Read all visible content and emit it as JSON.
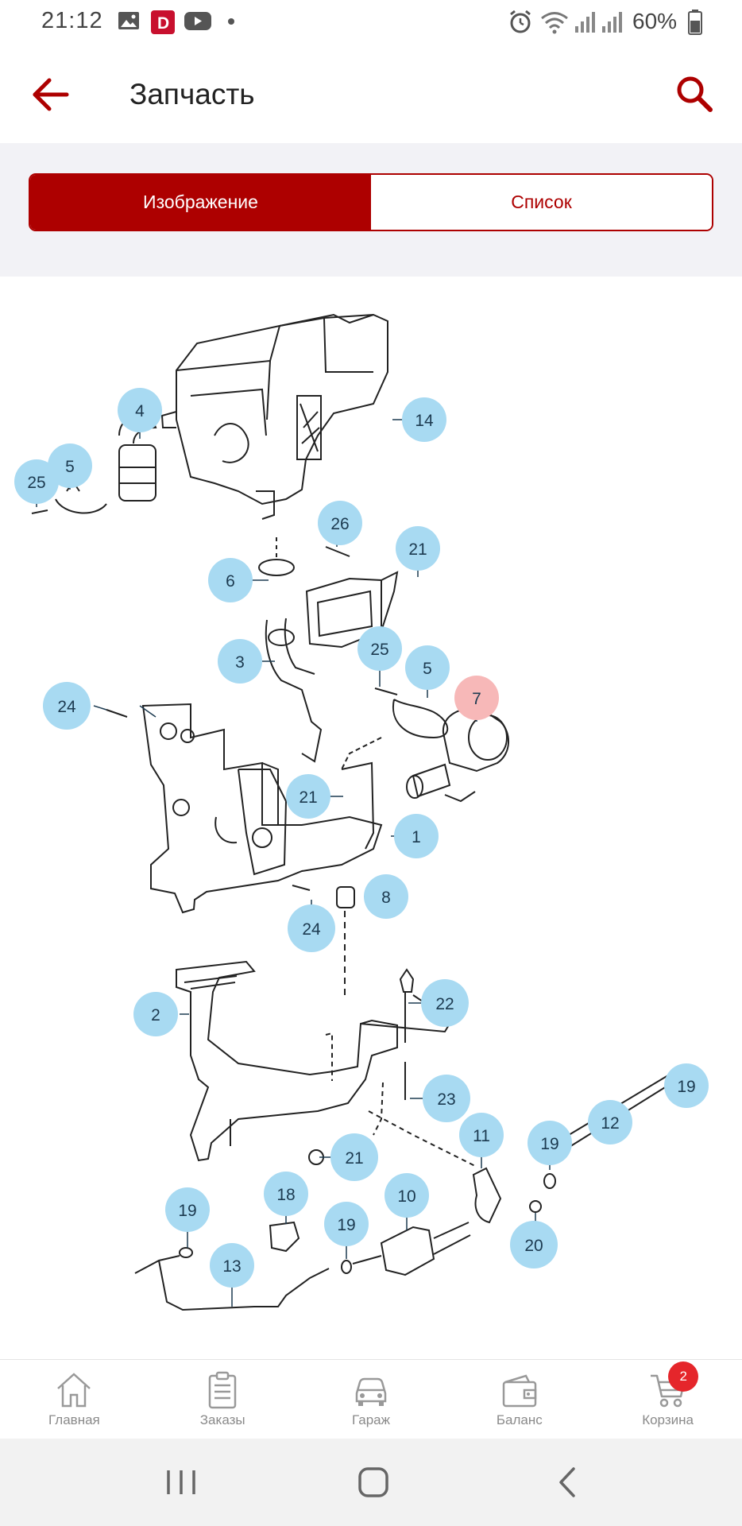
{
  "status_bar": {
    "time": "21:12",
    "battery_percent": "60%",
    "icons": [
      "gallery-icon",
      "d-app-icon",
      "youtube-icon",
      "dot-icon",
      "alarm-icon",
      "wifi-icon",
      "signal-icon",
      "signal-icon",
      "battery-icon"
    ]
  },
  "app_bar": {
    "title": "Запчасть",
    "back_icon": "arrow-left-icon",
    "search_icon": "search-icon"
  },
  "tabs": {
    "image_label": "Изображение",
    "list_label": "Список",
    "selected": "Изображение"
  },
  "diagram": {
    "callouts": [
      {
        "number": "4",
        "highlighted": false
      },
      {
        "number": "14",
        "highlighted": false
      },
      {
        "number": "25",
        "highlighted": false
      },
      {
        "number": "5",
        "highlighted": false
      },
      {
        "number": "26",
        "highlighted": false
      },
      {
        "number": "21",
        "highlighted": false
      },
      {
        "number": "6",
        "highlighted": false
      },
      {
        "number": "3",
        "highlighted": false
      },
      {
        "number": "25",
        "highlighted": false
      },
      {
        "number": "5",
        "highlighted": false
      },
      {
        "number": "7",
        "highlighted": true
      },
      {
        "number": "24",
        "highlighted": false
      },
      {
        "number": "21",
        "highlighted": false
      },
      {
        "number": "1",
        "highlighted": false
      },
      {
        "number": "8",
        "highlighted": false
      },
      {
        "number": "24",
        "highlighted": false
      },
      {
        "number": "2",
        "highlighted": false
      },
      {
        "number": "22",
        "highlighted": false
      },
      {
        "number": "23",
        "highlighted": false
      },
      {
        "number": "19",
        "highlighted": false
      },
      {
        "number": "11",
        "highlighted": false
      },
      {
        "number": "12",
        "highlighted": false
      },
      {
        "number": "19",
        "highlighted": false
      },
      {
        "number": "21",
        "highlighted": false
      },
      {
        "number": "19",
        "highlighted": false
      },
      {
        "number": "18",
        "highlighted": false
      },
      {
        "number": "10",
        "highlighted": false
      },
      {
        "number": "19",
        "highlighted": false
      },
      {
        "number": "20",
        "highlighted": false
      },
      {
        "number": "13",
        "highlighted": false
      }
    ],
    "callout_color": "#a8daf2",
    "highlight_color": "#f7b8b8"
  },
  "bottom_nav": {
    "items": [
      {
        "label": "Главная",
        "icon": "home-icon"
      },
      {
        "label": "Заказы",
        "icon": "orders-icon"
      },
      {
        "label": "Гараж",
        "icon": "car-icon"
      },
      {
        "label": "Баланс",
        "icon": "wallet-icon"
      },
      {
        "label": "Корзина",
        "icon": "cart-icon",
        "badge": "2"
      }
    ]
  },
  "system_nav": {
    "icons": [
      "recent-apps-icon",
      "home-circle-icon",
      "back-chevron-icon"
    ]
  },
  "colors": {
    "accent": "#ad0000",
    "badge": "#e5262b"
  }
}
